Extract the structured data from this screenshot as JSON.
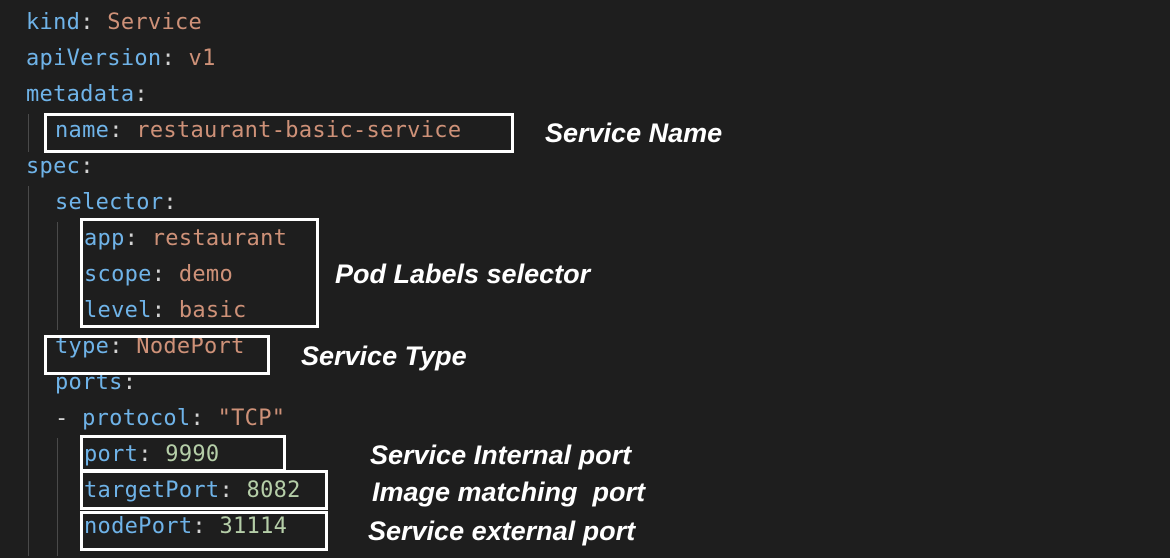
{
  "colors": {
    "background": "#1e1e1e",
    "key": "#6fb3e8",
    "punctuation": "#d4d4d4",
    "string": "#ce9178",
    "number": "#b5cea8",
    "annotation": "#ffffff"
  },
  "code": {
    "l1": {
      "key": "kind",
      "sep": ": ",
      "value": "Service"
    },
    "l2": {
      "key": "apiVersion",
      "sep": ": ",
      "value": "v1"
    },
    "l3": {
      "key": "metadata",
      "sep": ":"
    },
    "l4": {
      "key": "name",
      "sep": ": ",
      "value": "restaurant-basic-service"
    },
    "l5": {
      "key": "spec",
      "sep": ":"
    },
    "l6": {
      "key": "selector",
      "sep": ":"
    },
    "l7": {
      "key": "app",
      "sep": ": ",
      "value": "restaurant"
    },
    "l8": {
      "key": "scope",
      "sep": ": ",
      "value": "demo"
    },
    "l9": {
      "key": "level",
      "sep": ": ",
      "value": "basic"
    },
    "l10": {
      "key": "type",
      "sep": ": ",
      "value": "NodePort"
    },
    "l11": {
      "key": "ports",
      "sep": ":"
    },
    "l12": {
      "dash": "- ",
      "key": "protocol",
      "sep": ": ",
      "value": "\"TCP\""
    },
    "l13": {
      "key": "port",
      "sep": ": ",
      "value": "9990"
    },
    "l14": {
      "key": "targetPort",
      "sep": ": ",
      "value": "8082"
    },
    "l15": {
      "key": "nodePort",
      "sep": ": ",
      "value": "31114"
    }
  },
  "annotations": {
    "service_name": "Service Name",
    "pod_labels": "Pod Labels selector",
    "service_type": "Service Type",
    "internal_port": "Service Internal port",
    "image_port": "Image matching  port",
    "external_port": "Service external port"
  }
}
